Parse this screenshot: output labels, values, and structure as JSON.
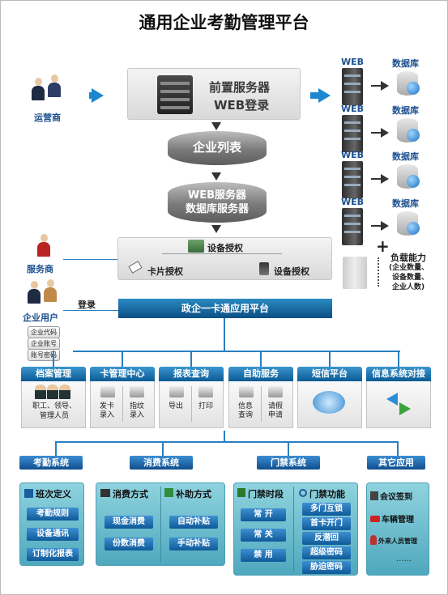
{
  "title": "通用企业考勤管理平台",
  "left_actors": {
    "operator": "运营商",
    "service_provider": "服务商",
    "enterprise_user": "企业用户",
    "login": "登录",
    "badges": [
      "企业代码",
      "企业账号",
      "账号密码"
    ]
  },
  "center": {
    "front_server_line1": "前置服务器",
    "front_server_line2": "WEB登录",
    "company_list": "企业列表",
    "web_server_line1": "WEB服务器",
    "web_server_line2": "数据库服务器",
    "device_auth_title": "设备授权",
    "card_auth": "卡片授权",
    "device_auth": "设备授权",
    "platform": "政企一卡通应用平台"
  },
  "right_cluster": {
    "web_label": "WEB",
    "db_label": "数据库",
    "plus": "+",
    "capacity_title": "负载能力",
    "capacity_lines": [
      "(企业数量、",
      "设备数量、",
      "企业人数)"
    ]
  },
  "modules": [
    {
      "title": "档案管理",
      "items": [
        "职工、领导、",
        "管理人员"
      ]
    },
    {
      "title": "卡管理中心",
      "items": [
        "发卡\n录入",
        "指纹\n录入"
      ]
    },
    {
      "title": "报表查询",
      "items": [
        "导出",
        "打印"
      ]
    },
    {
      "title": "自助服务",
      "items": [
        "信息\n查询",
        "请假\n申请"
      ]
    },
    {
      "title": "短信平台",
      "items": []
    },
    {
      "title": "信息系统对接",
      "items": []
    }
  ],
  "categories": [
    "考勤系统",
    "消费系统",
    "门禁系统",
    "其它应用"
  ],
  "attendance": {
    "head": "班次定义",
    "buttons": [
      "考勤规则",
      "设备通讯",
      "订制化报表"
    ]
  },
  "consumption": {
    "head1": "消费方式",
    "buttons1": [
      "现金消费",
      "份数消费"
    ],
    "head2": "补助方式",
    "buttons2": [
      "自动补贴",
      "手动补贴"
    ]
  },
  "access": {
    "head1": "门禁时段",
    "buttons1": [
      "常 开",
      "常 关",
      "禁 用"
    ],
    "head2": "门禁功能",
    "buttons2": [
      "多门互锁",
      "首卡开门",
      "反潜回",
      "超级密码",
      "胁迫密码"
    ]
  },
  "other": {
    "items": [
      "会议签到",
      "车辆管理",
      "外来人员管理"
    ],
    "ellipsis": "......"
  }
}
